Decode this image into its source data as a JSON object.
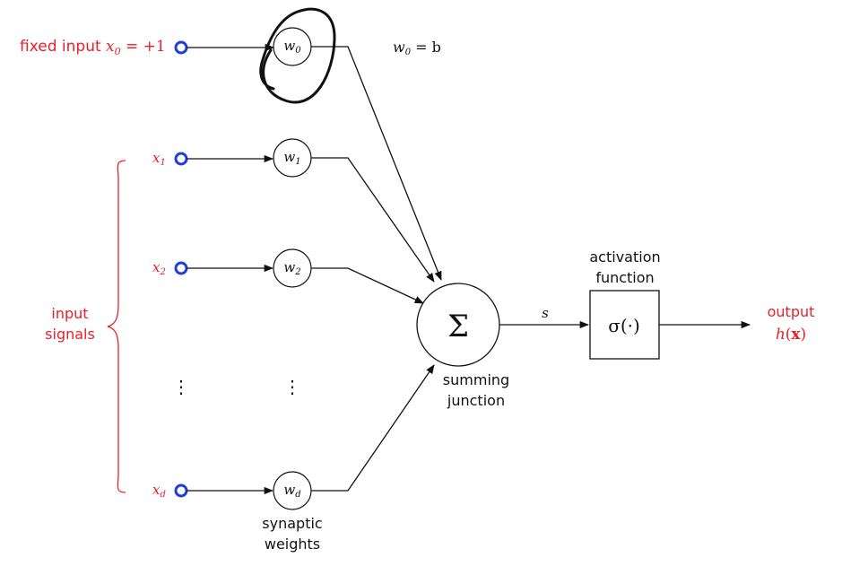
{
  "fixed_input": {
    "prefix": "fixed input",
    "var": "x",
    "sub": "0",
    "rhs": " = +1"
  },
  "bias_note": {
    "w": "w",
    "sub": "0",
    "rhs": " = b"
  },
  "inputs": [
    {
      "var": "x",
      "sub": "1"
    },
    {
      "var": "x",
      "sub": "2"
    },
    {
      "var": "x",
      "sub": "d"
    }
  ],
  "weights": [
    {
      "var": "w",
      "sub": "0"
    },
    {
      "var": "w",
      "sub": "1"
    },
    {
      "var": "w",
      "sub": "2"
    },
    {
      "var": "w",
      "sub": "d"
    }
  ],
  "input_signals_label": [
    "input",
    "signals"
  ],
  "synaptic_weights_label": [
    "synaptic",
    "weights"
  ],
  "summing_symbol": "Σ",
  "summing_label": [
    "summing",
    "junction"
  ],
  "sum_signal": "s",
  "activation_label": [
    "activation",
    "function"
  ],
  "activation_symbol": "σ(·)",
  "output_label": "output",
  "output_fn": {
    "h": "h",
    "x": "x"
  },
  "ellipsis": "⋮",
  "colors": {
    "accent_red": "#e8202a",
    "node_blue": "#1f3fd9",
    "ink": "#111111"
  }
}
